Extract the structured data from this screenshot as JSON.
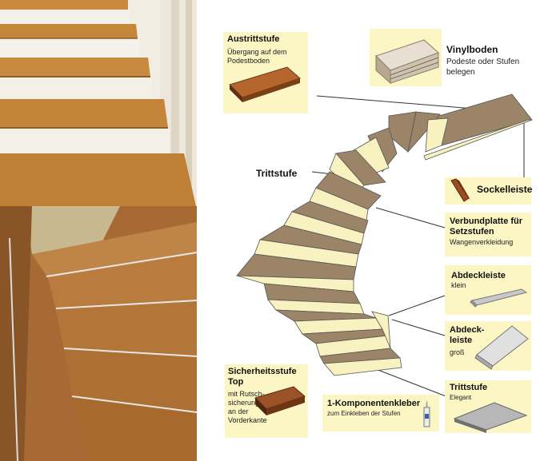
{
  "labels": {
    "austrittstufe": {
      "title": "Austrittstufe",
      "subtitle": "Übergang auf dem Podestboden"
    },
    "vinylboden": {
      "title": "Vinylboden",
      "subtitle": "Podeste oder Stufen belegen"
    },
    "trittstufe": {
      "title": "Trittstufe"
    },
    "sockelleiste": {
      "title": "Sockelleiste"
    },
    "verbundplatte": {
      "title": "Verbundplatte für Setzstufen",
      "subtitle": "Wangenverkleidung"
    },
    "abdeckleiste_klein": {
      "title": "Abdeckleiste",
      "subtitle": "klein"
    },
    "abdeckleiste_gross": {
      "title": "Abdeck-leiste",
      "subtitle": "groß"
    },
    "sicherheitsstufe": {
      "title": "Sicherheitsstufe Top",
      "subtitle": "mit Rutsch-sicherung an der Vorderkante"
    },
    "kleber": {
      "title": "1-Komponentenkleber",
      "subtitle": "zum Einkleben der Stufen"
    },
    "trittstufe_elegant": {
      "title": "Trittstufe",
      "subtitle": "Elegant"
    }
  },
  "colors": {
    "label_bg": "#fbf6c4",
    "tread": "#9b8467",
    "riser": "#f7f2bf",
    "wood": "#c98a3e"
  }
}
